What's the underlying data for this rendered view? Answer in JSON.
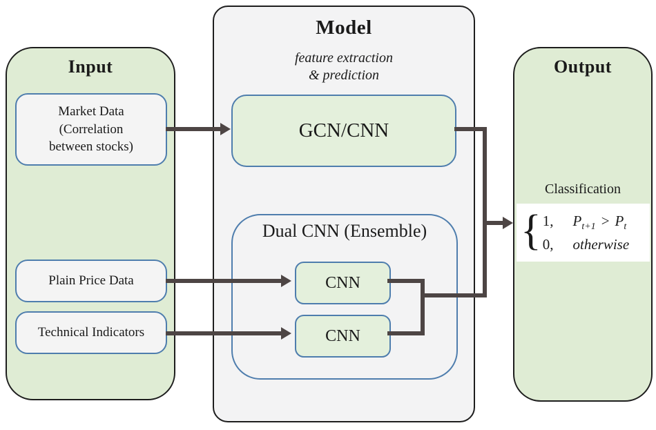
{
  "palette": {
    "container_green": "#dfecd4",
    "node_green": "#e4f0dc",
    "panel_gray": "#f3f3f4",
    "box_gray": "#f4f4f4",
    "blue_border": "#4e7dad",
    "black_border": "#1d1d1d",
    "arrow_color": "#4d4544",
    "formula_bg": "#ffffff"
  },
  "input": {
    "title": "Input",
    "items": [
      {
        "label": "Market Data\n(Correlation\nbetween stocks)"
      },
      {
        "label": "Plain Price Data"
      },
      {
        "label": "Technical Indicators"
      }
    ]
  },
  "model": {
    "title": "Model",
    "subtitle": "feature extraction\n& prediction",
    "gcn_label": "GCN/CNN",
    "dual": {
      "title": "Dual CNN (Ensemble)",
      "cnn_top": "CNN",
      "cnn_bottom": "CNN"
    }
  },
  "output": {
    "title": "Output",
    "classification_label": "Classification",
    "formula": {
      "brace": "{",
      "row1": {
        "value": "1,",
        "var1": "P",
        "sub1": "t+1",
        "op": ">",
        "var2": "P",
        "sub2": "t"
      },
      "row2": {
        "value": "0,",
        "text": "otherwise"
      }
    }
  }
}
